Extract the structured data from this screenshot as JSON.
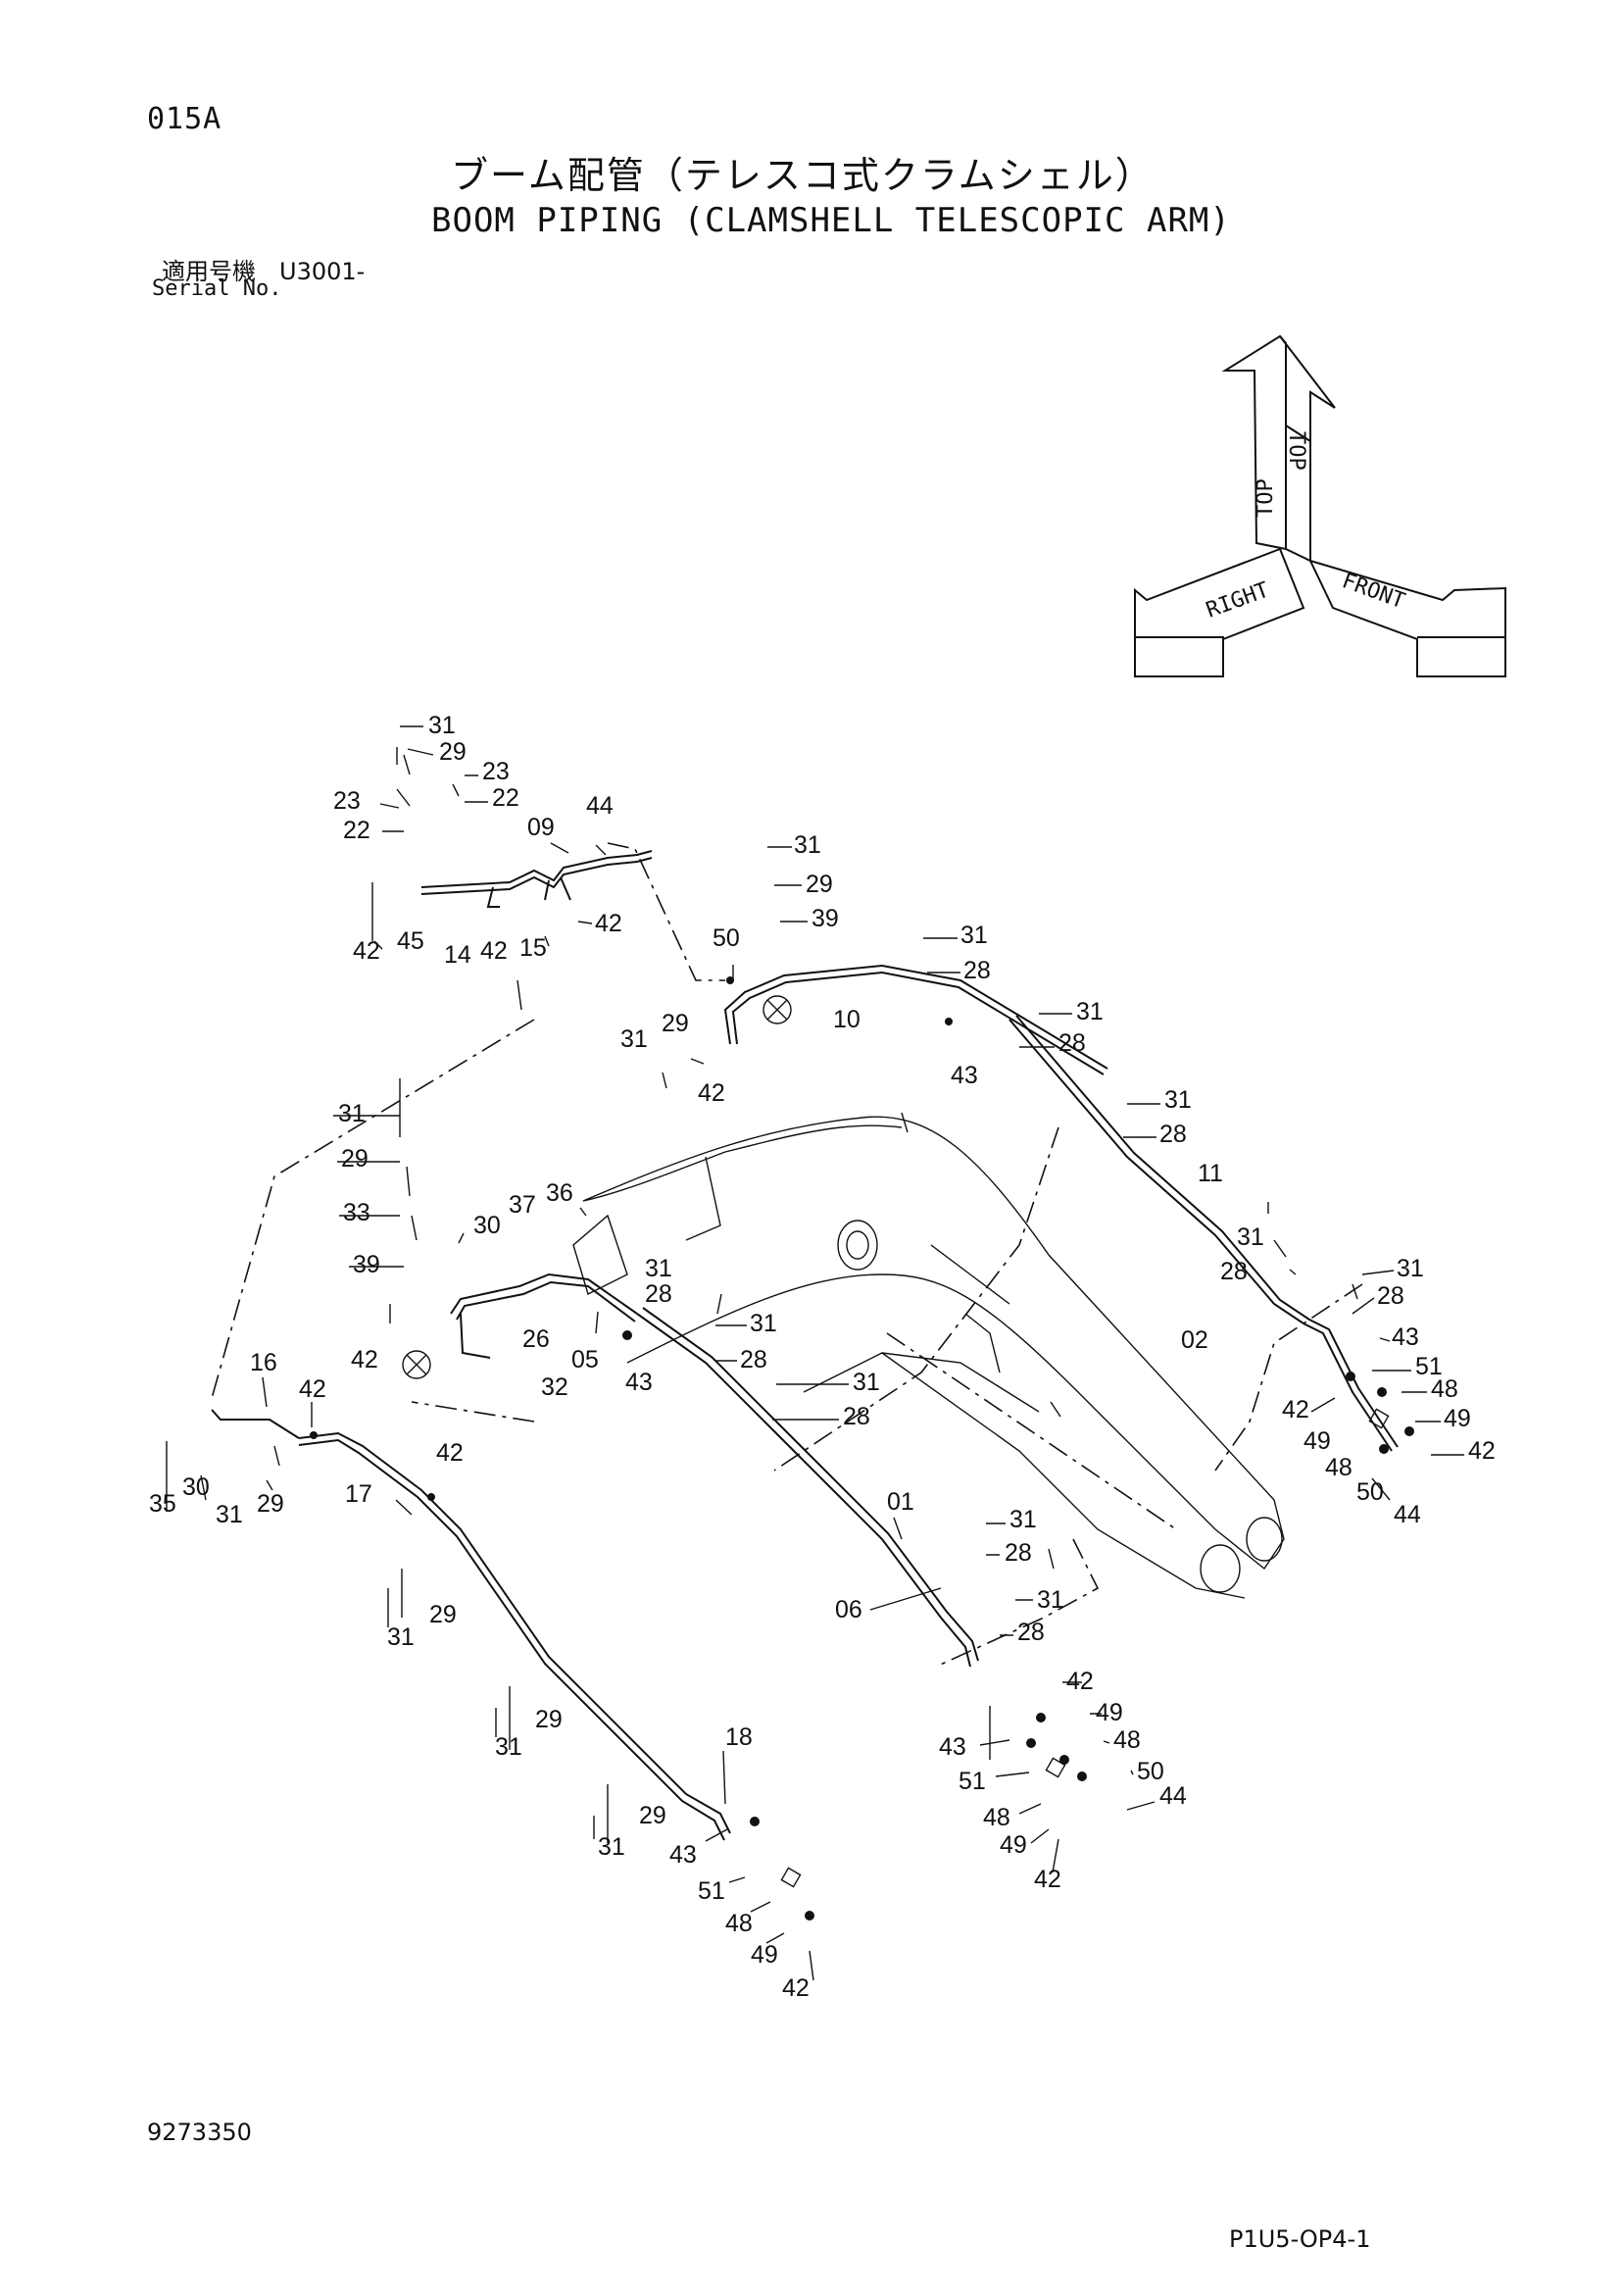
{
  "header": {
    "page_code": "015A",
    "title_jp": "ブーム配管（テレスコ式クラムシェル）",
    "title_en": "BOOM PIPING (CLAMSHELL TELESCOPIC ARM)",
    "serial_label_jp": "適用号機　U3001-",
    "serial_label_en": "Serial No."
  },
  "orientation_axis": {
    "top": "TOP",
    "right": "RIGHT",
    "front": "FRONT"
  },
  "footer": {
    "drawing_number": "9273350",
    "page_ref": "P1U5-OP4-1"
  },
  "callouts": [
    "31",
    "29",
    "23",
    "22",
    "23",
    "22",
    "09",
    "44",
    "42",
    "45",
    "14",
    "42",
    "15",
    "42",
    "31",
    "29",
    "39",
    "50",
    "10",
    "31",
    "29",
    "42",
    "31",
    "28",
    "43",
    "31",
    "28",
    "31",
    "28",
    "11",
    "31",
    "28",
    "02",
    "31",
    "28",
    "43",
    "51",
    "42",
    "48",
    "49",
    "49",
    "48",
    "42",
    "50",
    "44",
    "31",
    "29",
    "33",
    "39",
    "42",
    "30",
    "37",
    "36",
    "31",
    "28",
    "26",
    "05",
    "43",
    "32",
    "31",
    "28",
    "31",
    "28",
    "16",
    "42",
    "35",
    "30",
    "31",
    "29",
    "17",
    "42",
    "31",
    "29",
    "31",
    "29",
    "31",
    "29",
    "18",
    "43",
    "51",
    "48",
    "49",
    "42",
    "01",
    "31",
    "28",
    "06",
    "31",
    "28",
    "42",
    "49",
    "48",
    "43",
    "51",
    "50",
    "48",
    "44",
    "49",
    "42"
  ]
}
